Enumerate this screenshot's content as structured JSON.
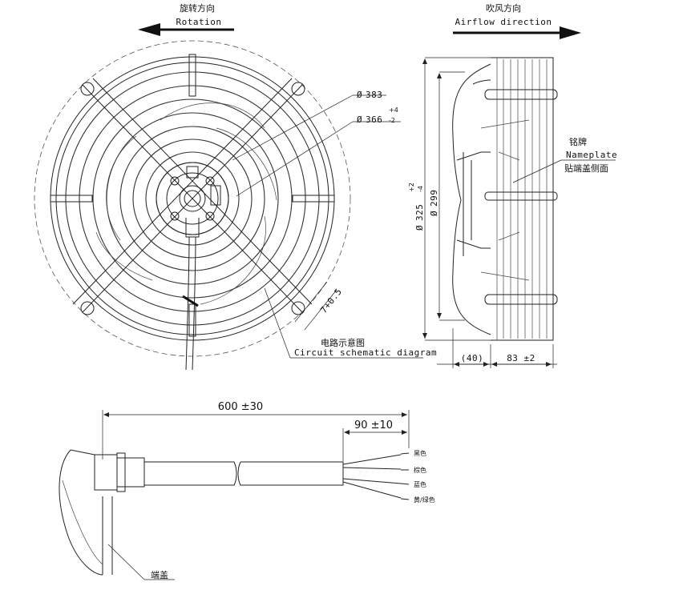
{
  "rotation": {
    "label_cn": "旋转方向",
    "label_en": "Rotation"
  },
  "airflow": {
    "label_cn": "吹风方向",
    "label_en": "Airflow direction"
  },
  "front_view": {
    "dia_outer": "383",
    "dia_inner": "366",
    "dia_inner_tol_upper": "+4",
    "dia_inner_tol_lower": "-2",
    "hole_dim": "7+0.5",
    "circuit_cn": "电路示意图",
    "circuit_en": "Circuit schematic diagram"
  },
  "side_view": {
    "dia_325": "325",
    "dia_325_tol_upper": "+2",
    "dia_325_tol_lower": "-4",
    "dia_299": "299",
    "nameplate_cn": "铭牌",
    "nameplate_en": "Nameplate",
    "nameplate_note_cn": "贴端盖侧面",
    "depth_hub": "(40)",
    "depth_total": "83 ±2"
  },
  "cable": {
    "length_total": "600 ±30",
    "length_strip": "90 ±10",
    "wires": [
      "黑色",
      "棕色",
      "蓝色",
      "黄/绿色"
    ],
    "end_cap_cn": "端盖"
  }
}
